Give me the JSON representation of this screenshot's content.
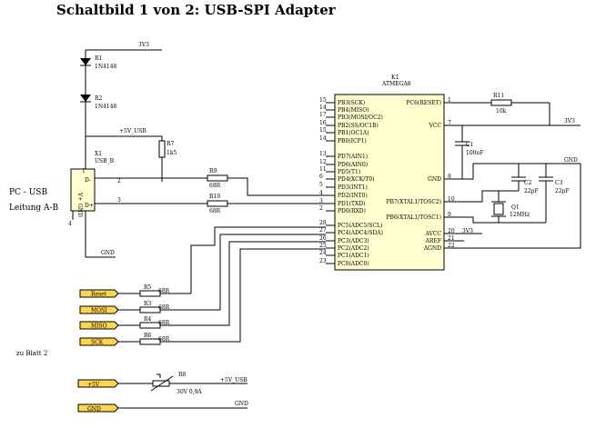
{
  "title": "Schaltbild 1 von 2: USB-SPI Adapter",
  "left_labels": {
    "pc_usb": "PC - USB",
    "leitung": "Leitung A-B",
    "zu_blatt": "zu Blatt 2"
  },
  "nets": {
    "v33_top": "3V3",
    "usb5v": "+5V_USB",
    "gnd_usb": "GND",
    "v33_right": "3V3",
    "gnd_right": "GND",
    "v33_avcc": "3V3",
    "usb5v_r8": "+5V_USB",
    "gnd_bottom": "GND"
  },
  "diodes": [
    {
      "ref": "R1",
      "part": "1N4148"
    },
    {
      "ref": "R2",
      "part": "1N4148"
    }
  ],
  "r7": {
    "ref": "R7",
    "value": "1k5"
  },
  "usb": {
    "ref": "X1",
    "name": "USB_B",
    "pin_vcc": "V+",
    "pin_dminus": "D-",
    "pin_dplus": "D+",
    "pin_gnd": "GND",
    "n1": "1",
    "n2": "2",
    "n3": "3",
    "n4": "4"
  },
  "r9": {
    "ref": "R9",
    "value": "68R"
  },
  "r10": {
    "ref": "R10",
    "value": "68R"
  },
  "mcu": {
    "ref": "K1",
    "name": "ATMEGA8",
    "left_pins": [
      {
        "num": "15",
        "label": "PB3(SCK)"
      },
      {
        "num": "14",
        "label": "PB4(MISO)"
      },
      {
        "num": "17",
        "label": "PB3(MOSI/OC2)"
      },
      {
        "num": "16",
        "label": "PB2(SS/OC1B)"
      },
      {
        "num": "15",
        "label": "PB1(OC1A)"
      },
      {
        "num": "14",
        "label": "PB0(ICP1)"
      },
      {
        "num": "13",
        "label": "PD7(AIN1)"
      },
      {
        "num": "12",
        "label": "PD6(AIN0)"
      },
      {
        "num": "11",
        "label": "PD5(T1)"
      },
      {
        "num": "6",
        "label": "PD4(XCK/T0)"
      },
      {
        "num": "5",
        "label": "PD3(INT1)"
      },
      {
        "num": "4",
        "label": "PD2(INT0)"
      },
      {
        "num": "3",
        "label": "PD1(TXD)"
      },
      {
        "num": "2",
        "label": "PD0(RXD)"
      },
      {
        "num": "28",
        "label": "PC5(ADC5/SCL)"
      },
      {
        "num": "27",
        "label": "PC4(ADC4/SDA)"
      },
      {
        "num": "26",
        "label": "PC3(ADC3)"
      },
      {
        "num": "25",
        "label": "PC2(ADC2)"
      },
      {
        "num": "24",
        "label": "PC1(ADC1)"
      },
      {
        "num": "23",
        "label": "PC0(ADC0)"
      }
    ],
    "right_pins": [
      {
        "num": "1",
        "label": "PC6(RESET)"
      },
      {
        "num": "7",
        "label": "VCC"
      },
      {
        "num": "8",
        "label": "GND"
      },
      {
        "num": "10",
        "label": "PB7(XTAL1/TOSC2)"
      },
      {
        "num": "9",
        "label": "PB6(XTAL1/TOSC1)"
      },
      {
        "num": "20",
        "label": "AVCC"
      },
      {
        "num": "21",
        "label": "AREF"
      },
      {
        "num": "22",
        "label": "AGND"
      }
    ]
  },
  "r11": {
    "ref": "R11",
    "value": "10k"
  },
  "c1": {
    "ref": "C1",
    "value": "100nF"
  },
  "c2": {
    "ref": "C2",
    "value": "22pF"
  },
  "c3": {
    "ref": "C3",
    "value": "22pF"
  },
  "q1": {
    "ref": "Q1",
    "value": "12MHz"
  },
  "connectors": [
    {
      "label": "Reset",
      "ref": "R5",
      "value": "68R"
    },
    {
      "label": "MOSI",
      "ref": "R3",
      "value": "68R"
    },
    {
      "label": "MISO",
      "ref": "R4",
      "value": "68R"
    },
    {
      "label": "SCK",
      "ref": "R6",
      "value": "68R"
    }
  ],
  "supply": {
    "p5v": "+5V",
    "gnd": "GND"
  },
  "r8": {
    "ref": "R8",
    "value": "30V  0,9A"
  }
}
